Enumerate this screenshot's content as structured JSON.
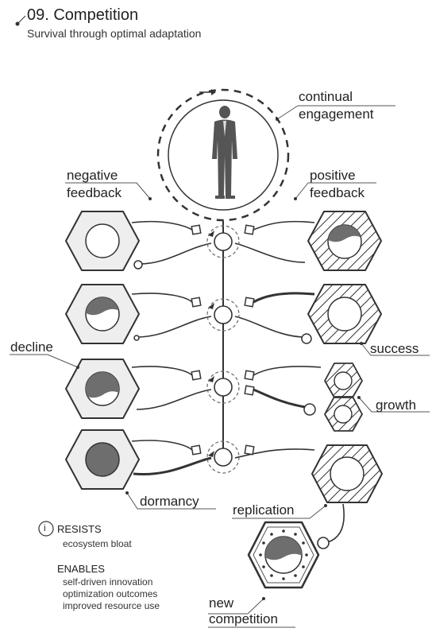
{
  "header": {
    "title": "09. Competition",
    "subtitle": "Survival through optimal adaptation"
  },
  "labels": {
    "continual": [
      "continual",
      "engagement"
    ],
    "negative": [
      "negative",
      "feedback"
    ],
    "positive": [
      "positive",
      "feedback"
    ],
    "decline": "decline",
    "success": "success",
    "growth": "growth",
    "dormancy": "dormancy",
    "replication": "replication",
    "new_competition": [
      "new",
      "competition"
    ]
  },
  "legend": {
    "info_glyph": "i",
    "resists_heading": "RESISTS",
    "resists_items": [
      "ecosystem bloat"
    ],
    "enables_heading": "ENABLES",
    "enables_items": [
      "self-driven innovation",
      "optimization outcomes",
      "improved resource use"
    ]
  },
  "colors": {
    "stroke": "#333333",
    "fill_light": "#eeeeee",
    "fill_dark": "#6e6e6e",
    "text": "#222222"
  },
  "icons": [
    "person-figure-icon",
    "info-icon",
    "arrow-icon"
  ]
}
